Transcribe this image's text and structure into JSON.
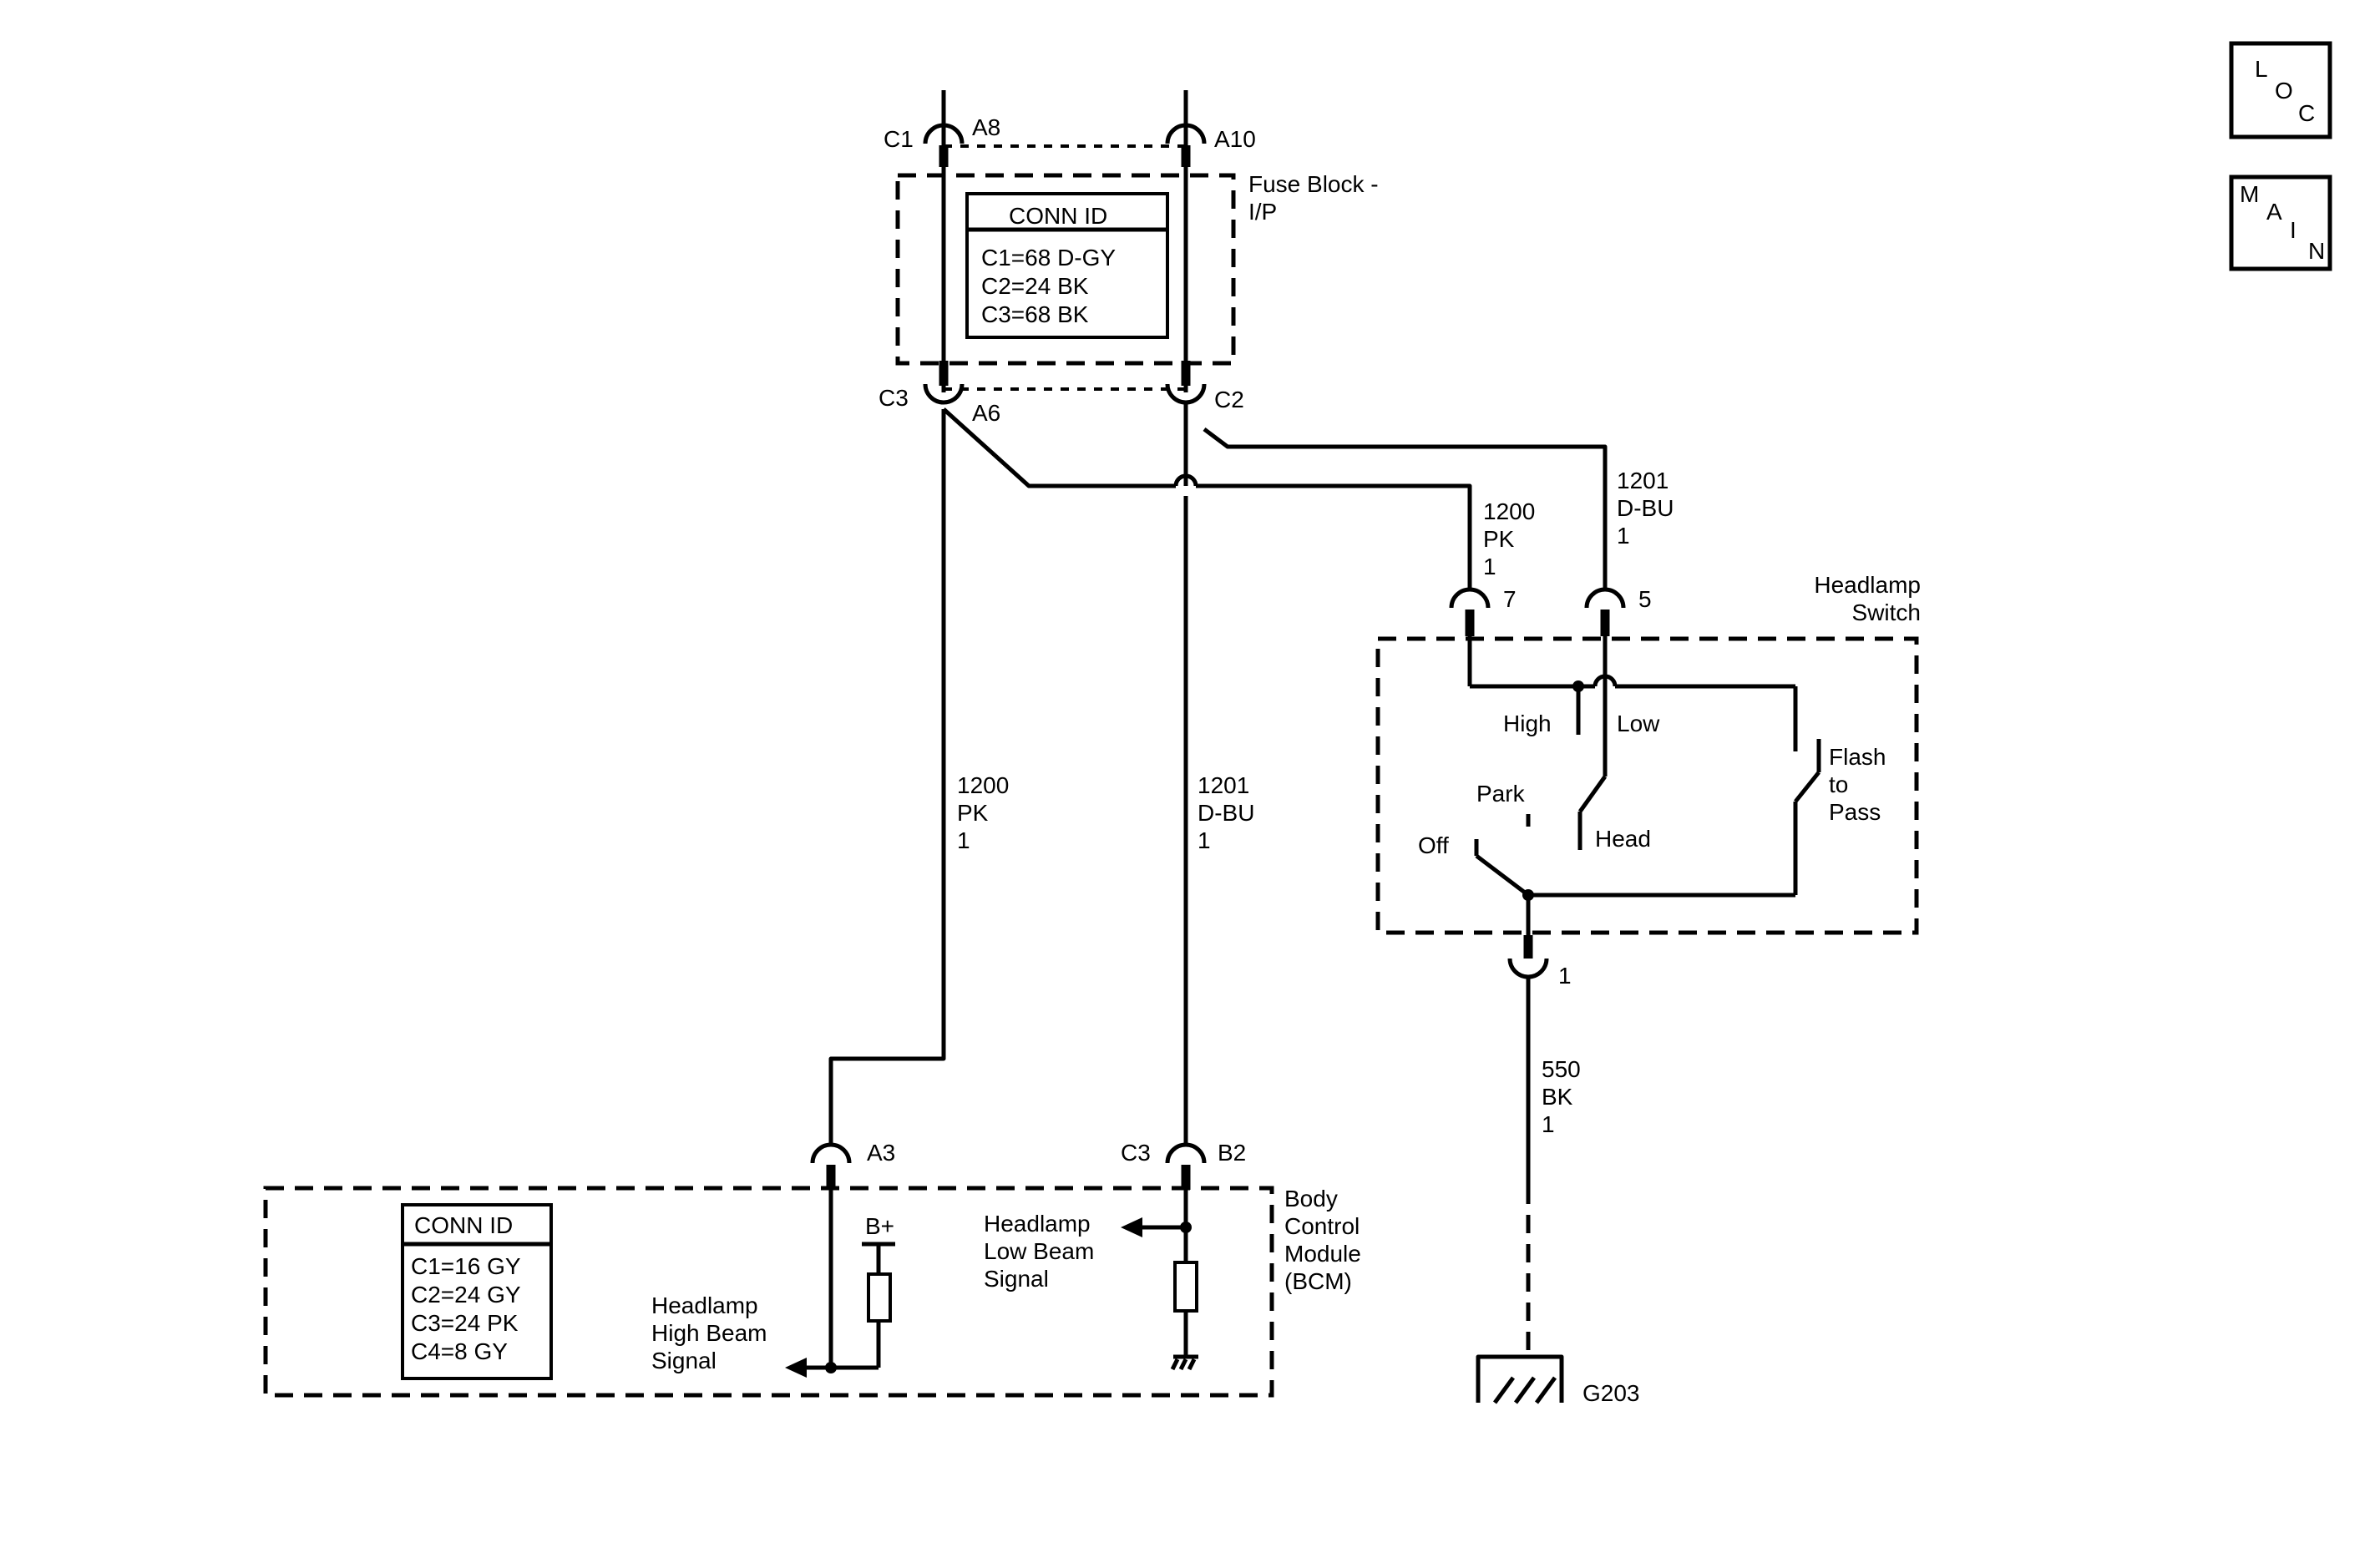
{
  "nav": {
    "loc": [
      "L",
      "O",
      "C"
    ],
    "main": [
      "M",
      "A",
      "I",
      "N"
    ]
  },
  "fuse_block": {
    "name": "Fuse Block -\nI/P",
    "conn_id_title": "CONN ID",
    "conn_ids": [
      "C1=68 D-GY",
      "C2=24 BK",
      "C3=68 BK"
    ],
    "connectors": {
      "c1": "C1",
      "a8": "A8",
      "a10": "A10",
      "c3": "C3",
      "a6": "A6",
      "c2": "C2"
    }
  },
  "circuits": {
    "c1200_top": [
      "1200",
      "PK",
      "1"
    ],
    "c1201_top": [
      "1201",
      "D-BU",
      "1"
    ],
    "c1200_mid": [
      "1200",
      "PK",
      "1"
    ],
    "c1201_mid": [
      "1201",
      "D-BU",
      "1"
    ],
    "c550": [
      "550",
      "BK",
      "1"
    ]
  },
  "headlamp_switch": {
    "name": "Headlamp\nSwitch",
    "pins": {
      "p7": "7",
      "p5": "5",
      "p1": "1"
    },
    "positions": {
      "high": "High",
      "low": "Low",
      "park": "Park",
      "off": "Off",
      "head": "Head",
      "flash": "Flash\nto\nPass"
    }
  },
  "bcm": {
    "name": "Body\nControl\nModule\n(BCM)",
    "conn_id_title": "CONN ID",
    "conn_ids": [
      "C1=16 GY",
      "C2=24 GY",
      "C3=24 PK",
      "C4=8 GY"
    ],
    "connectors": {
      "a3": "A3",
      "c3": "C3",
      "b2": "B2"
    },
    "bplus": "B+",
    "low_beam_signal": "Headlamp\nLow Beam\nSignal",
    "high_beam_signal": "Headlamp\nHigh Beam\nSignal"
  },
  "ground": {
    "label": "G203"
  }
}
